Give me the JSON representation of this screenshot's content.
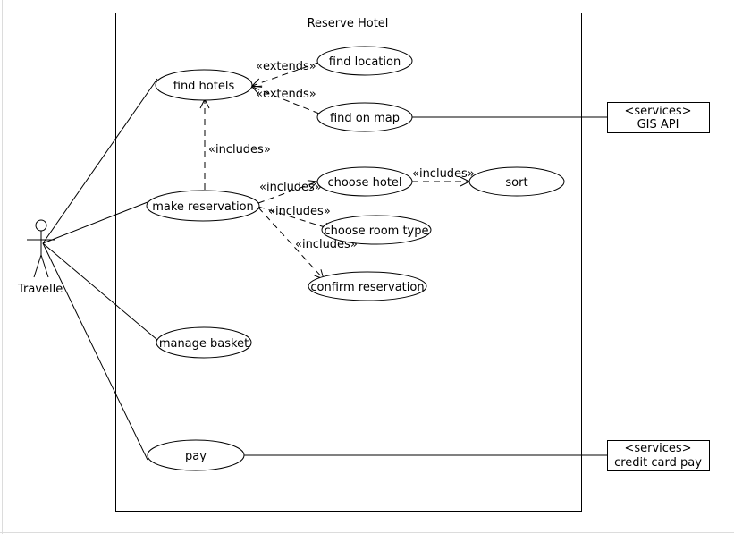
{
  "system": {
    "title": "Reserve Hotel"
  },
  "actor": {
    "name": "Travelle"
  },
  "use_cases": {
    "find_hotels": "find hotels",
    "find_location": "find location",
    "find_on_map": "find on map",
    "make_reservation": "make reservation",
    "choose_hotel": "choose hotel",
    "sort": "sort",
    "choose_room_type": "choose room type",
    "confirm_reservation": "confirm reservation",
    "manage_basket": "manage basket",
    "pay": "pay"
  },
  "external_services": {
    "gis": {
      "stereotype": "<services>",
      "name": "GIS API"
    },
    "credit": {
      "stereotype": "<services>",
      "name": "credit card pay"
    }
  },
  "relations": {
    "extends_location": "«extends»",
    "extends_map": "«extends»",
    "includes_find": "«includes»",
    "includes_choose_hotel": "«includes»",
    "includes_room": "«includes»",
    "includes_confirm": "«includes»",
    "includes_sort": "«includes»"
  },
  "colors": {
    "line": "#000000",
    "background": "#ffffff",
    "frame": "#dcdcdc"
  }
}
